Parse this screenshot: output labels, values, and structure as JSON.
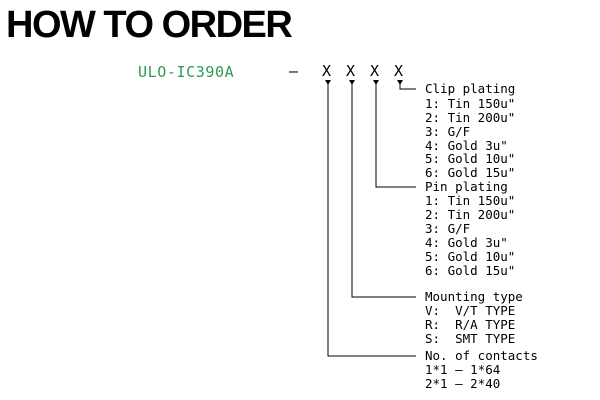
{
  "title": "HOW TO ORDER",
  "part_number": {
    "prefix": "ULO-IC390A",
    "dash": "–",
    "codes": [
      "X",
      "X",
      "X",
      "X"
    ],
    "prefix_color": "#2e9a56"
  },
  "groups": [
    {
      "heading": "Clip plating",
      "options": [
        "1: Tin 150u\"",
        "2: Tin 200u\"",
        "3: G/F",
        "4: Gold 3u\"",
        "5: Gold 10u\"",
        "6: Gold 15u\""
      ]
    },
    {
      "heading": "Pin plating",
      "options": [
        "1: Tin 150u\"",
        "2: Tin 200u\"",
        "3: G/F",
        "4: Gold 3u\"",
        "5: Gold 10u\"",
        "6: Gold 15u\""
      ]
    },
    {
      "heading": "Mounting type",
      "options": [
        "V:  V/T TYPE",
        "R:  R/A TYPE",
        "S:  SMT TYPE"
      ]
    },
    {
      "heading": "No. of contacts",
      "options": [
        "1*1 – 1*64",
        "2*1 – 2*40"
      ]
    }
  ]
}
